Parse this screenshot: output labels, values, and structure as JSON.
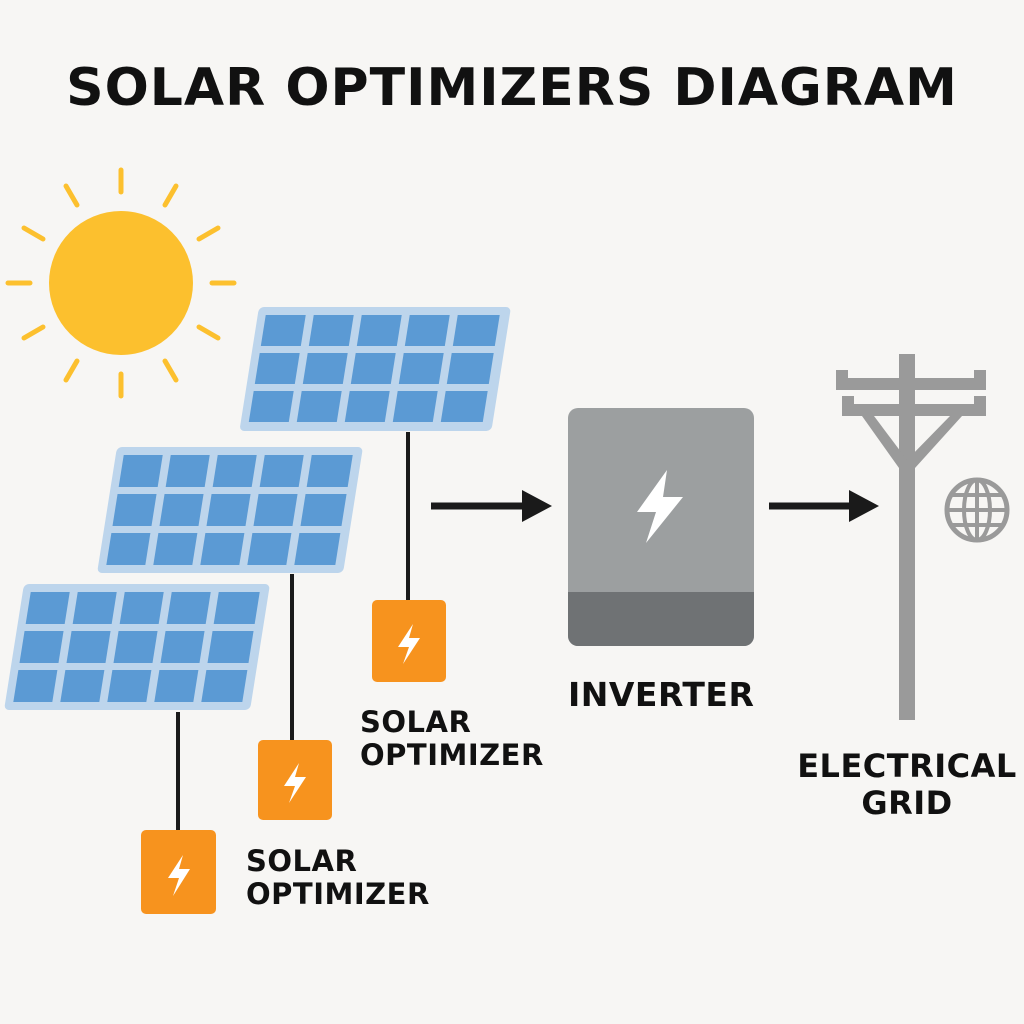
{
  "title": "SOLAR OPTIMIZERS DIAGRAM",
  "labels": {
    "optimizer_a": [
      "SOLAR",
      "OPTIMIZER"
    ],
    "optimizer_b": [
      "SOLAR",
      "OPTIMIZER"
    ],
    "inverter": "INVERTER",
    "grid": [
      "ELECTRICAL",
      "GRID"
    ]
  },
  "icons": {
    "sun": "sun-icon",
    "panel": "solar-panel-icon",
    "optimizer": "lightning-bolt-icon",
    "inverter": "lightning-bolt-icon",
    "grid": "power-pole-icon",
    "globe": "globe-icon"
  },
  "colors": {
    "background": "#f7f6f4",
    "sun": "#fcc02e",
    "panel_cell": "#5b9ad4",
    "panel_frame": "#bdd5ec",
    "optimizer": "#f7931e",
    "inverter_body": "#9c9fa0",
    "inverter_base": "#6f7274",
    "pole": "#9a9a9a",
    "arrow": "#1a1a1a",
    "wire": "#1a1a1a"
  }
}
